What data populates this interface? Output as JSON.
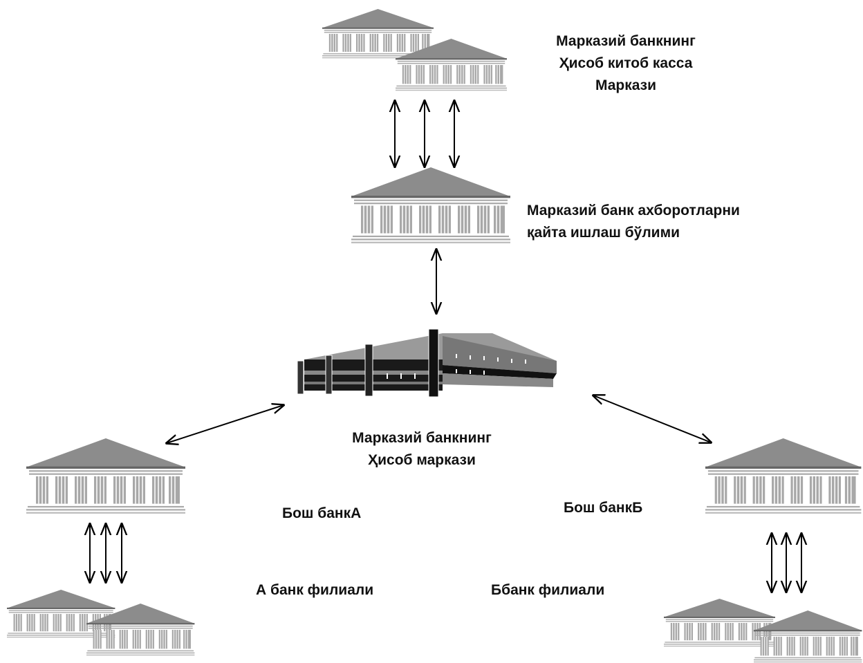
{
  "labels": {
    "cb_cash_center": [
      "Марказий банкнинг",
      "Ҳисоб китоб касса",
      "Маркази"
    ],
    "cb_info_processing": [
      "Марказий банк ахборотларни",
      "қайта ишлаш бўлими"
    ],
    "cb_settlement_center": [
      "Марказий банкнинг",
      "Ҳисоб маркази"
    ],
    "head_bank_a": "Бош банкА",
    "head_bank_b": "Бош банкБ",
    "branch_a": "А банк филиали",
    "branch_b": "Ббанк филиали"
  },
  "colors": {
    "roof": "#8c8c8c",
    "column": "#9a9a9a",
    "line": "#000000",
    "text": "#111111"
  }
}
